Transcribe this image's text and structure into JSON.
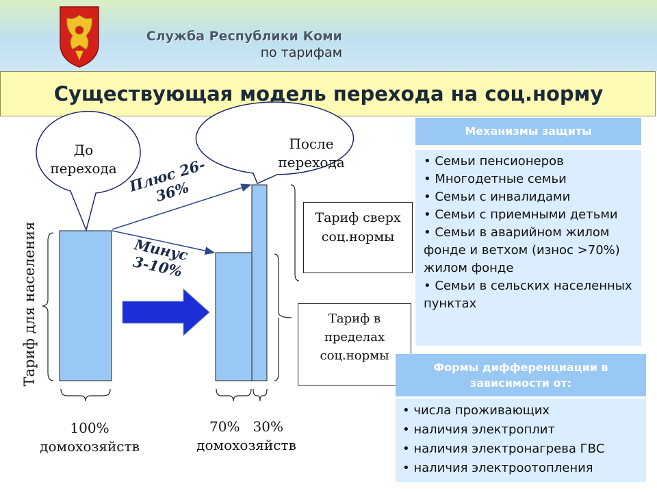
{
  "header": {
    "org_line1": "Служба Республики Коми",
    "org_line2": "по тарифам"
  },
  "title": "Существующая модель перехода на соц.норму",
  "diagram": {
    "before_callout": [
      "До",
      "перехода"
    ],
    "after_callout": [
      "После",
      "перехода"
    ],
    "plus_label": [
      "Плюс 26-",
      "36%"
    ],
    "minus_label": [
      "Минус",
      "3-10%"
    ],
    "population_tariff": "Тариф для населения",
    "tariff_above_norm": [
      "Тариф сверх",
      "соц.нормы"
    ],
    "tariff_within_norm": [
      "Тариф в",
      "пределах",
      "соц.нормы"
    ],
    "bottom_left": [
      "100%",
      "домохозяйств"
    ],
    "bottom_right_pct_a": "70%",
    "bottom_right_pct_b": "30%",
    "bottom_right_text": "домохозяйств"
  },
  "protection": {
    "heading": "Механизмы защиты",
    "items": [
      "Семьи пенсионеров",
      "Многодетные семьи",
      "Семьи с инвалидами",
      "Семьи с приемными детьми",
      "Семьи в аварийном жилом фонде и ветхом (износ >70%) жилом фонде",
      "Семьи в сельских населенных пунктах"
    ]
  },
  "differentiation": {
    "heading": "Формы дифференциации в зависимости от:",
    "items": [
      "числа проживающих",
      "наличия электроплит",
      "наличия электронагрева ГВС",
      "наличия электроотопления"
    ]
  },
  "colors": {
    "bar_fill": "#99c8f5",
    "arrow_fill": "#1c2fd6",
    "title_band": "#fffbb5",
    "panel_header": "#99c8f5",
    "panel_body": "#dbeeff"
  }
}
